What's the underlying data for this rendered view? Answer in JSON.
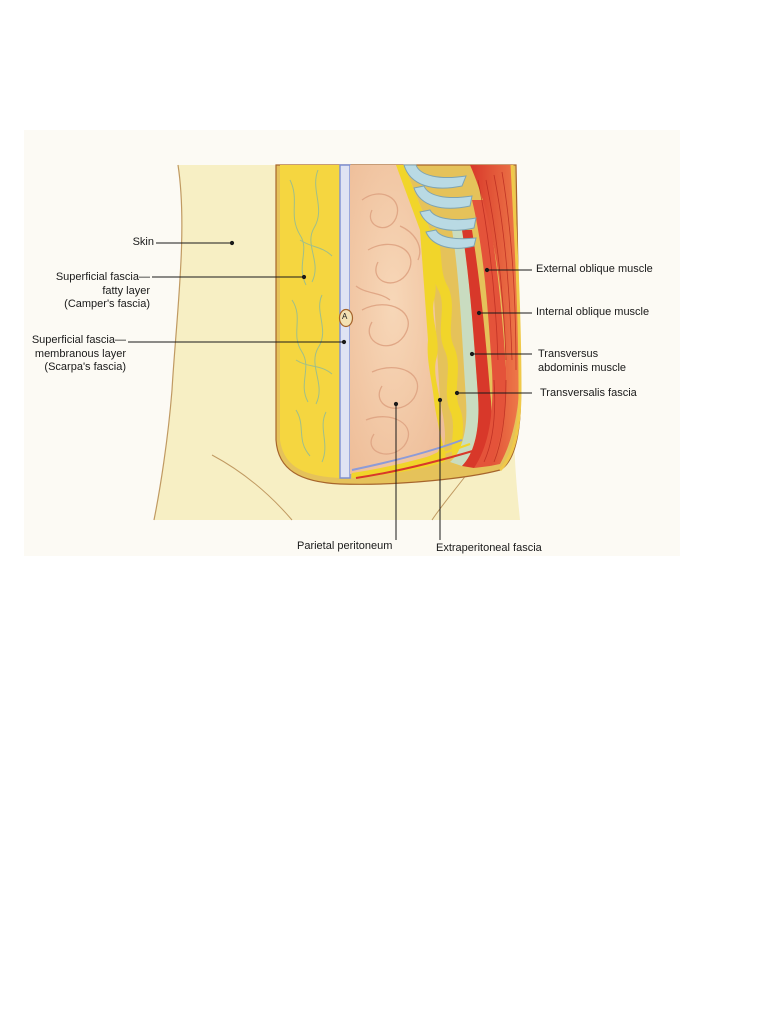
{
  "figure": {
    "colors": {
      "panel_background": "#fcfaf4",
      "skin": "#f7efc4",
      "skin_outline": "#b07a3c",
      "fat": "#f5d640",
      "fat_lobules": "#a7c08a",
      "membranous_layer": "#8c9bd8",
      "peritoneum_inner": "#f6ddb0",
      "intestine": "#f3c9a5",
      "intestine_fold": "#e2a887",
      "extraperitoneal_fat": "#f1d52a",
      "transversalis_fascia": "#c9dcc0",
      "transversus_muscle": "#d8382a",
      "internal_oblique": "#e4533a",
      "external_oblique": "#e8663f",
      "ribs": "#b9dae4",
      "leader_line": "#1a1a1a"
    },
    "marker": "A",
    "labels": {
      "skin": "Skin",
      "fatty_layer": [
        "Superficial fascia—",
        "fatty layer",
        "(Camper's fascia)"
      ],
      "membranous_layer": [
        "Superficial fascia—",
        "membranous layer",
        "(Scarpa's fascia)"
      ],
      "external_oblique": "External oblique muscle",
      "internal_oblique": "Internal oblique muscle",
      "transversus": [
        "Transversus",
        "abdominis muscle"
      ],
      "transversalis_fascia": "Transversalis fascia",
      "parietal_peritoneum": "Parietal peritoneum",
      "extraperitoneal_fascia": "Extraperitoneal fascia"
    }
  }
}
